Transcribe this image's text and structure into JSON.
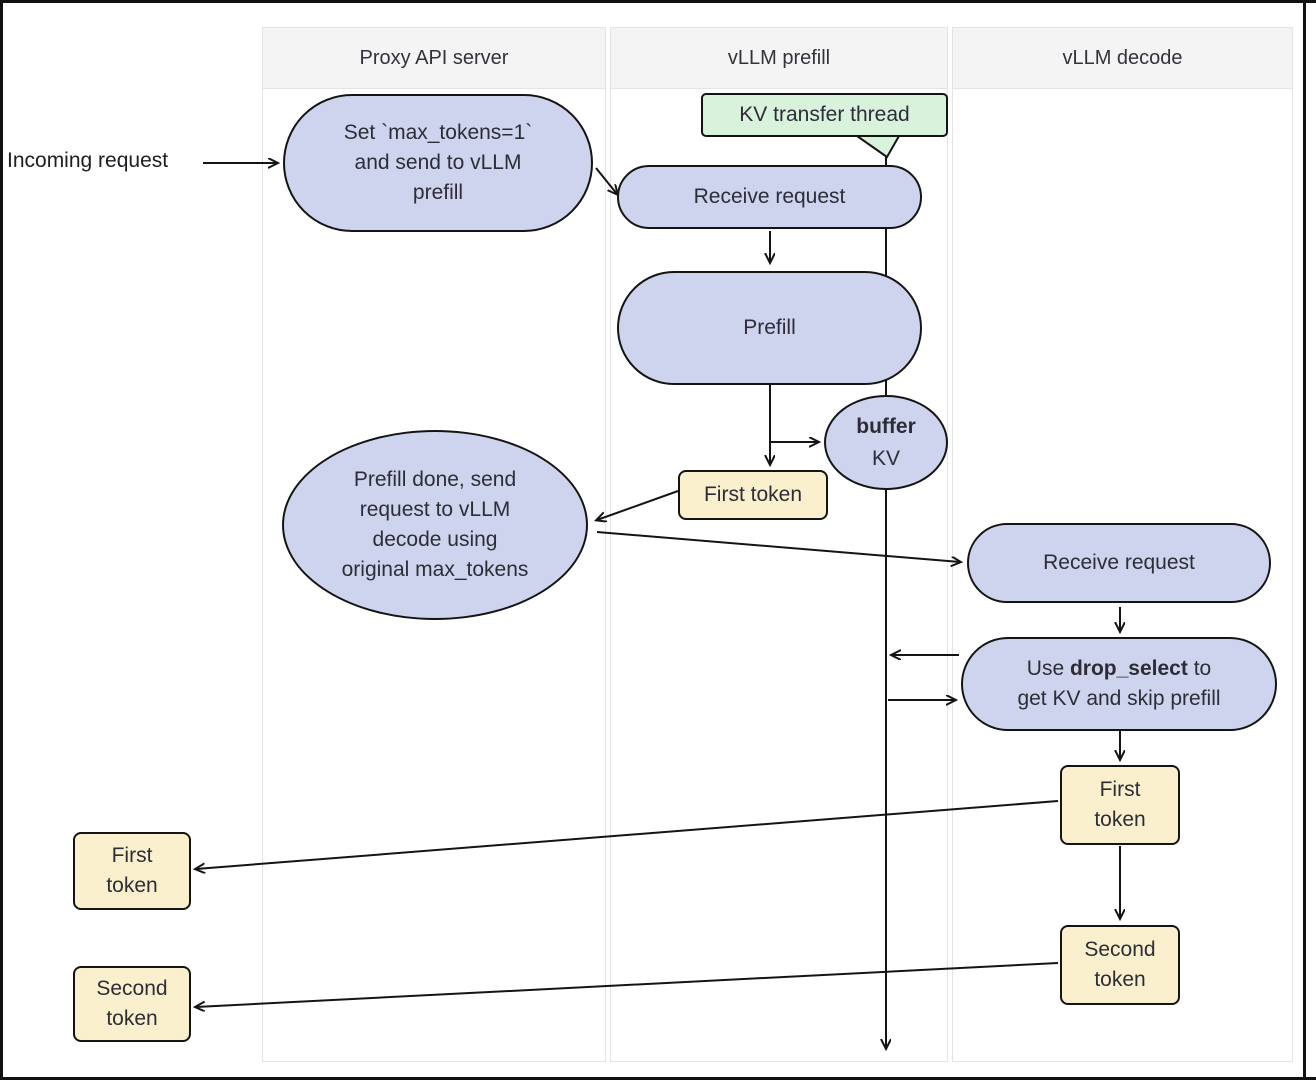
{
  "diagram": {
    "columns": [
      {
        "label": "Proxy API server"
      },
      {
        "label": "vLLM prefill"
      },
      {
        "label": "vLLM decode"
      }
    ],
    "labels": {
      "incoming_request": "Incoming request"
    },
    "nodes": {
      "set_max_tokens": {
        "lines": [
          "Set `max_tokens=1`",
          "and send to vLLM",
          "prefill"
        ]
      },
      "kv_transfer_thread": {
        "label": "KV transfer thread"
      },
      "receive_request_prefill": {
        "label": "Receive request"
      },
      "prefill": {
        "label": "Prefill"
      },
      "buffer_kv": {
        "bold": "buffer",
        "rest": "KV"
      },
      "first_token_prefill": {
        "label": "First token"
      },
      "prefill_done": {
        "lines": [
          "Prefill done, send",
          "request to vLLM",
          "decode using",
          "original max_tokens"
        ]
      },
      "receive_request_decode": {
        "label": "Receive request"
      },
      "drop_select": {
        "pre": "Use ",
        "bold": "drop_select",
        "post": " to",
        "line2": "get KV and skip prefill"
      },
      "first_token_decode": {
        "lines": [
          "First",
          "token"
        ]
      },
      "second_token_decode": {
        "lines": [
          "Second",
          "token"
        ]
      },
      "first_token_out": {
        "lines": [
          "First",
          "token"
        ]
      },
      "second_token_out": {
        "lines": [
          "Second",
          "token"
        ]
      }
    },
    "colors": {
      "node_fill": "#ced4ee",
      "token_fill": "#faf0cd",
      "thread_fill": "#d9f2dc",
      "header_fill": "#f4f4f5",
      "line": "#141414"
    }
  }
}
